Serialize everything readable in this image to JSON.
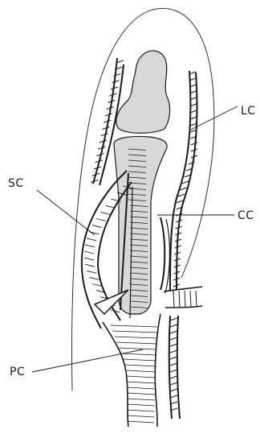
{
  "labels": {
    "lc": "LC",
    "sc": "SC",
    "cc": "CC",
    "pc": "PC"
  },
  "colors": {
    "ink": "#1a1a1a",
    "bone": "#d8d8d8",
    "background": "#ffffff"
  }
}
